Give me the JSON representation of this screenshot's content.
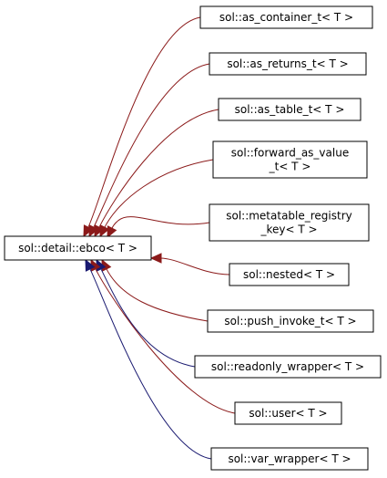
{
  "diagram": {
    "base_class": {
      "id": "base",
      "lines": [
        "sol::detail::ebco< T >"
      ]
    },
    "derived_classes": [
      {
        "id": "as_container_t",
        "lines": [
          "sol::as_container_t< T >"
        ],
        "edge_color": "#8b1a1a"
      },
      {
        "id": "as_returns_t",
        "lines": [
          "sol::as_returns_t< T >"
        ],
        "edge_color": "#8b1a1a"
      },
      {
        "id": "as_table_t",
        "lines": [
          "sol::as_table_t< T >"
        ],
        "edge_color": "#8b1a1a"
      },
      {
        "id": "forward_as_value_t",
        "lines": [
          "sol::forward_as_value",
          "_t< T >"
        ],
        "edge_color": "#8b1a1a"
      },
      {
        "id": "metatable_registry_key",
        "lines": [
          "sol::metatable_registry",
          "_key< T >"
        ],
        "edge_color": "#8b1a1a"
      },
      {
        "id": "nested",
        "lines": [
          "sol::nested< T >"
        ],
        "edge_color": "#8b1a1a"
      },
      {
        "id": "push_invoke_t",
        "lines": [
          "sol::push_invoke_t< T >"
        ],
        "edge_color": "#8b1a1a"
      },
      {
        "id": "readonly_wrapper",
        "lines": [
          "sol::readonly_wrapper< T >"
        ],
        "edge_color": "#191970"
      },
      {
        "id": "user",
        "lines": [
          "sol::user< T >"
        ],
        "edge_color": "#8b1a1a"
      },
      {
        "id": "var_wrapper",
        "lines": [
          "sol::var_wrapper< T >"
        ],
        "edge_color": "#191970"
      }
    ]
  }
}
